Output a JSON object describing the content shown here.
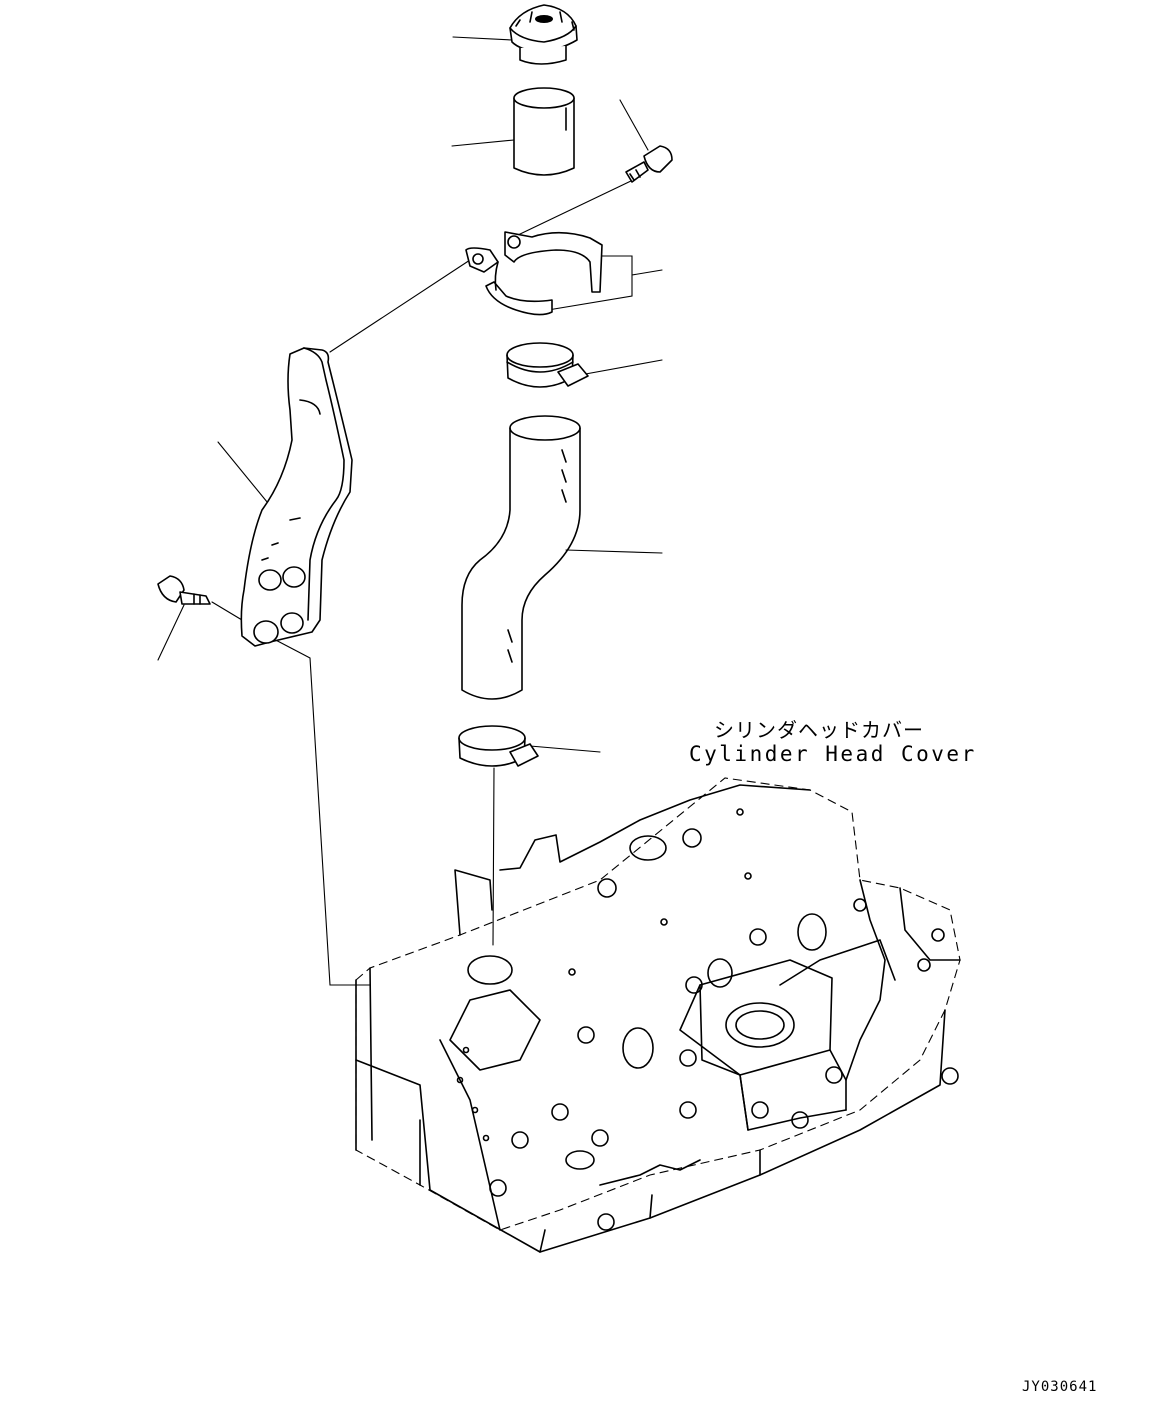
{
  "labels": {
    "component_jp": "シリンダヘッドカバー",
    "component_en": "Cylinder Head Cover",
    "drawing_code": "JY030641"
  },
  "parts": [
    {
      "name": "filler-cap"
    },
    {
      "name": "short-hose"
    },
    {
      "name": "bolt"
    },
    {
      "name": "bracket-clamp"
    },
    {
      "name": "hose-clamp"
    },
    {
      "name": "bent-hose"
    },
    {
      "name": "support-bracket"
    },
    {
      "name": "bolt"
    },
    {
      "name": "hose-clamp"
    }
  ]
}
